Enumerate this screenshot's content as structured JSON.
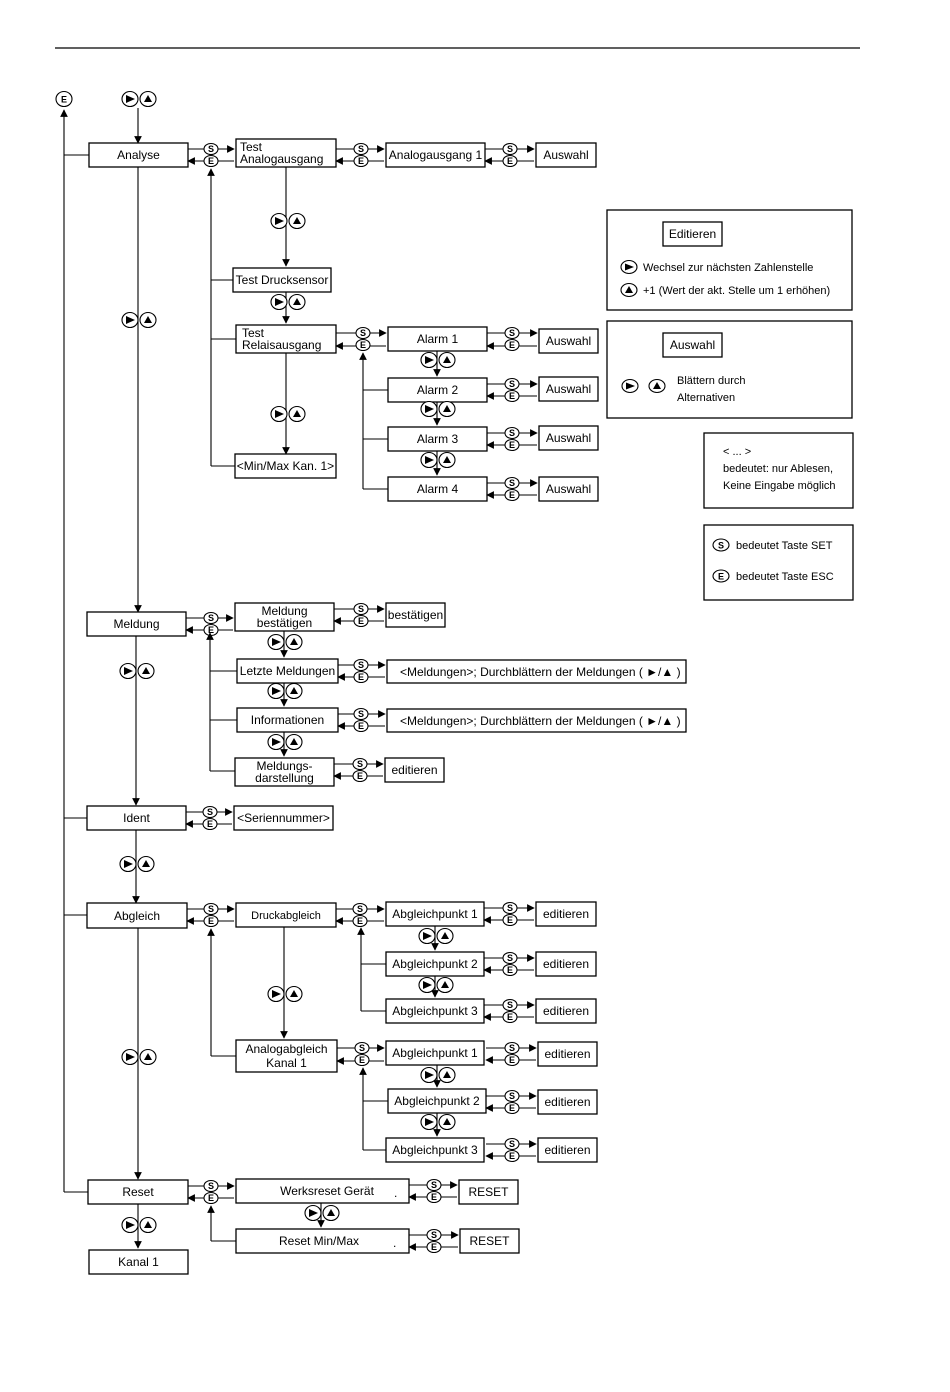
{
  "nodes": {
    "analyse": "Analyse",
    "test_analog_l1": "Test",
    "test_analog_l2": "Analogausgang",
    "analogausgang1": "Analogausgang 1",
    "auswahl_analog": "Auswahl",
    "test_drucksensor": "Test Drucksensor",
    "test_relais_l1": "Test",
    "test_relais_l2": "Relaisausgang",
    "alarm1": "Alarm 1",
    "alarm2": "Alarm 2",
    "alarm3": "Alarm 3",
    "alarm4": "Alarm 4",
    "auswahl_alarm1": "Auswahl",
    "auswahl_alarm2": "Auswahl",
    "auswahl_alarm3": "Auswahl",
    "auswahl_alarm4": "Auswahl",
    "minmax_kan1": "<Min/Max Kan. 1>",
    "meldung": "Meldung",
    "meldung_best_l1": "Meldung",
    "meldung_best_l2": "bestätigen",
    "bestaetigen": "bestätigen",
    "letzte_meldungen": "Letzte Meldungen",
    "meldungen_browse1": "<Meldungen>; Durchblättern der Meldungen ( ►/▲ )",
    "informationen": "Informationen",
    "meldungen_browse2": "<Meldungen>; Durchblättern der Meldungen ( ►/▲ )",
    "meldungsdarst_l1": "Meldungs-",
    "meldungsdarst_l2": "darstellung",
    "editieren_meld": "editieren",
    "ident": "Ident",
    "seriennummer": "<Seriennummer>",
    "abgleich": "Abgleich",
    "druckabgleich": "Druckabgleich",
    "abgleichpunkt_d1": "Abgleichpunkt 1",
    "abgleichpunkt_d2": "Abgleichpunkt 2",
    "abgleichpunkt_d3": "Abgleichpunkt 3",
    "editieren_d1": "editieren",
    "editieren_d2": "editieren",
    "editieren_d3": "editieren",
    "analogabgleich_l1": "Analogabgleich",
    "analogabgleich_l2": "Kanal 1",
    "abgleichpunkt_a1": "Abgleichpunkt 1",
    "abgleichpunkt_a2": "Abgleichpunkt 2",
    "abgleichpunkt_a3": "Abgleichpunkt 3",
    "editieren_a1": "editieren",
    "editieren_a2": "editieren",
    "editieren_a3": "editieren",
    "reset": "Reset",
    "werksreset": "Werksreset Gerät",
    "werksreset_dot": ".",
    "reset_btn1": "RESET",
    "reset_minmax": "Reset Min/Max",
    "reset_minmax_dot": ".",
    "reset_btn2": "RESET",
    "kanal1": "Kanal 1"
  },
  "keys": {
    "set": "S",
    "esc": "E"
  },
  "legend": {
    "editieren_title": "Editieren",
    "editieren_line1": "Wechsel zur nächsten Zahlenstelle",
    "editieren_line2": "+1 (Wert der akt. Stelle um 1 erhöhen)",
    "auswahl_title": "Auswahl",
    "auswahl_line1": "Blättern durch",
    "auswahl_line2": "Alternativen",
    "readonly_line1": "< ... >",
    "readonly_line2": "bedeutet: nur Ablesen,",
    "readonly_line3": "Keine Eingabe möglich",
    "set_text": "bedeutet Taste SET",
    "esc_text": "bedeutet Taste ESC"
  }
}
